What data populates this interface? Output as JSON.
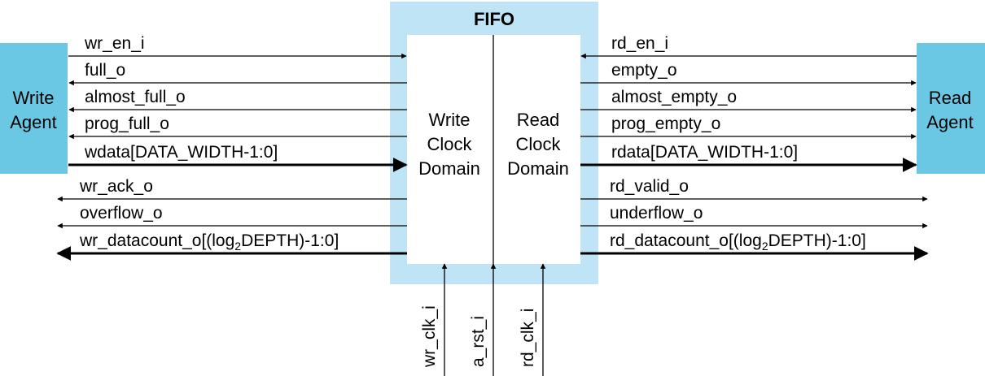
{
  "colors": {
    "fifo_fill": "#bfe4f6",
    "agent_fill": "#6bc8e4",
    "inner_fill": "#ffffff",
    "line": "#000000"
  },
  "fifo": {
    "title": "FIFO",
    "write_domain": [
      "Write",
      "Clock",
      "Domain"
    ],
    "read_domain": [
      "Read",
      "Clock",
      "Domain"
    ]
  },
  "write_agent": {
    "lines": [
      "Write",
      "Agent"
    ]
  },
  "read_agent": {
    "lines": [
      "Read",
      "Agent"
    ]
  },
  "write_signals": [
    {
      "name": "wr_en_i",
      "direction": "in",
      "bus": false
    },
    {
      "name": "full_o",
      "direction": "out",
      "bus": false
    },
    {
      "name": "almost_full_o",
      "direction": "out",
      "bus": false
    },
    {
      "name": "prog_full_o",
      "direction": "out",
      "bus": false
    },
    {
      "name": "wdata[DATA_WIDTH-1:0]",
      "direction": "in",
      "bus": true
    },
    {
      "name": "wr_ack_o",
      "direction": "out",
      "bus": false
    },
    {
      "name": "overflow_o",
      "direction": "out",
      "bus": false
    },
    {
      "name": "wr_datacount_o[(log2DEPTH)-1:0]",
      "direction": "out",
      "bus": true
    }
  ],
  "read_signals": [
    {
      "name": "rd_en_i",
      "direction": "in",
      "bus": false
    },
    {
      "name": "empty_o",
      "direction": "out",
      "bus": false
    },
    {
      "name": "almost_empty_o",
      "direction": "out",
      "bus": false
    },
    {
      "name": "prog_empty_o",
      "direction": "out",
      "bus": false
    },
    {
      "name": "rdata[DATA_WIDTH-1:0]",
      "direction": "out",
      "bus": true
    },
    {
      "name": "rd_valid_o",
      "direction": "out",
      "bus": false
    },
    {
      "name": "underflow_o",
      "direction": "out",
      "bus": false
    },
    {
      "name": "rd_datacount_o[(log2DEPTH)-1:0]",
      "direction": "out",
      "bus": true
    }
  ],
  "clock_signals": [
    {
      "name": "wr_clk_i"
    },
    {
      "name": "a_rst_i"
    },
    {
      "name": "rd_clk_i"
    }
  ]
}
